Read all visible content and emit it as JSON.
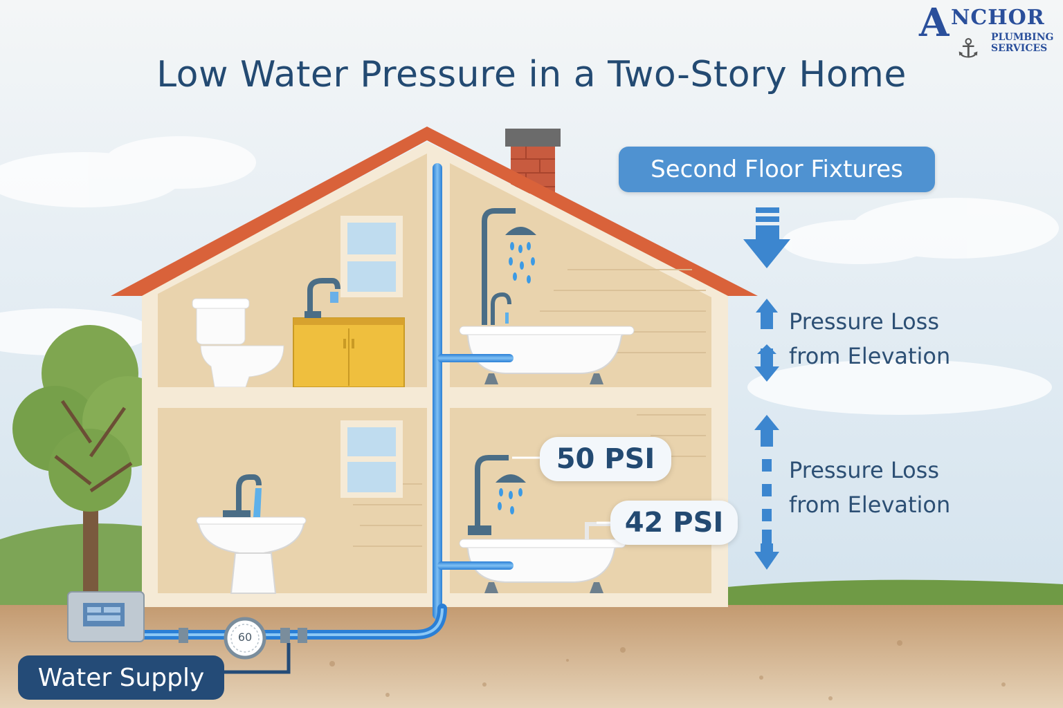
{
  "title": "Low Water Pressure in a Two-Story Home",
  "logo": {
    "name_big": "A",
    "name_rest": "NCHOR",
    "line2": "PLUMBING",
    "line3": "SERVICES",
    "icon": "anchor-icon"
  },
  "labels": {
    "second_floor": "Second Floor Fixtures",
    "pressure_loss_1_line1": "Pressure Loss",
    "pressure_loss_1_line2": "from Elevation",
    "pressure_loss_2_line1": "Pressure Loss",
    "pressure_loss_2_line2": "from Elevation",
    "psi_upper": "50 PSI",
    "psi_lower": "42 PSI",
    "gauge": "60",
    "water_supply": "Water Supply"
  },
  "colors": {
    "roof": "#d9623a",
    "wall": "#e9d3ad",
    "pipe": "#3b8fe0",
    "pill": "#4f92d1",
    "title": "#234a72",
    "cabinet": "#efbf3e",
    "chimney": "#c85b3f",
    "soil": "#c9a47c",
    "grass": "#6f9a45"
  }
}
